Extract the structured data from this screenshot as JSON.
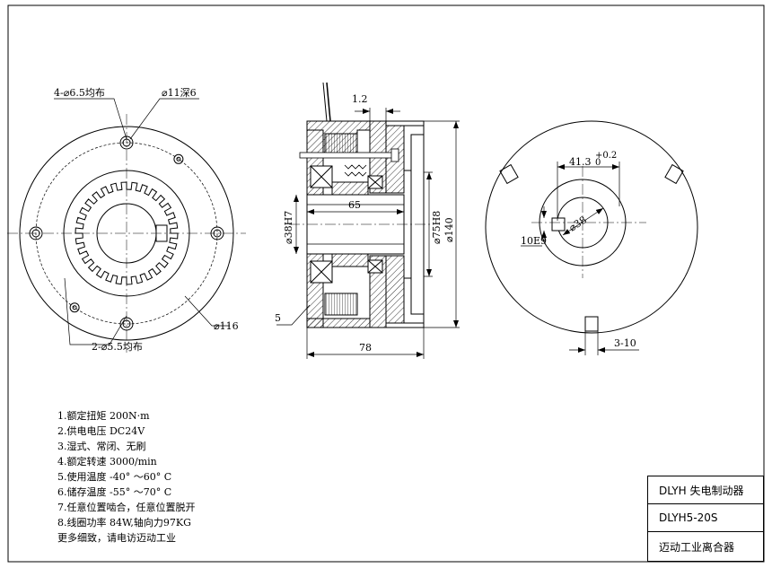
{
  "labels": {
    "holes_a": "4-⌀6.5均布",
    "counterbore": "⌀11深6",
    "pcd": "⌀116",
    "holes_b": "2-⌀5.5均布",
    "gap": "1.2",
    "chamfer": "5",
    "bore": "⌀38H7",
    "hub_len": "65",
    "spigot": "⌀75H8",
    "outer_d": "⌀140",
    "width": "78",
    "keyway_depth": "41.3",
    "keyway_tol_upper": "+0.2",
    "keyway_tol_lower": "0",
    "key_width": "10E9",
    "shaft_d": "⌀38",
    "slot": "3-10"
  },
  "specs": [
    "1.额定扭矩 200N·m",
    "2.供电电压 DC24V",
    "3.湿式、常闭、无刷",
    "4.额定转速 3000/min",
    "5.使用温度 -40° ～60° C",
    "6.储存温度 -55° ～70° C",
    "7.任意位置啮合，任意位置脱开",
    "8.线圈功率 84W,轴向力97KG",
    "  更多细致，请电访迈动工业"
  ],
  "title_block": {
    "product": "DLYH 失电制动器",
    "model": "DLYH5-20S",
    "company": "迈动工业离合器"
  }
}
